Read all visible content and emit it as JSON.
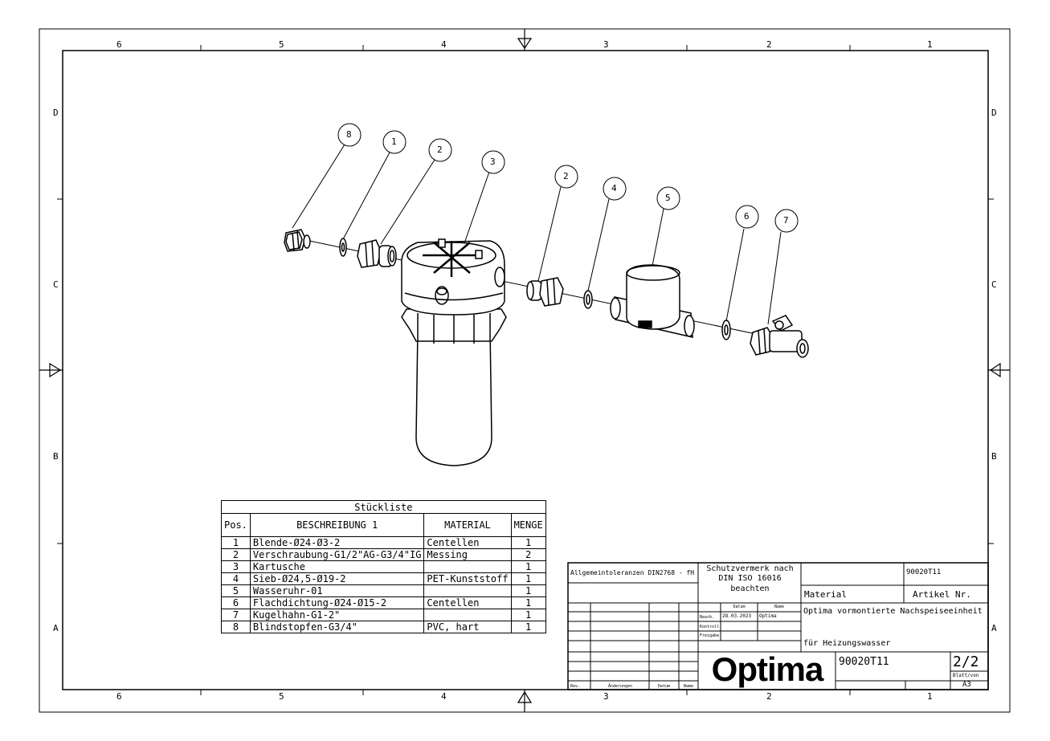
{
  "zones": {
    "columns": [
      "6",
      "5",
      "4",
      "3",
      "2",
      "1"
    ],
    "rows": [
      "D",
      "C",
      "B",
      "A"
    ]
  },
  "balloons": [
    "8",
    "1",
    "2",
    "3",
    "2",
    "4",
    "5",
    "6",
    "7"
  ],
  "bom": {
    "title": "Stückliste",
    "headers": [
      "Pos.",
      "BESCHREIBUNG 1",
      "MATERIAL",
      "MENGE"
    ],
    "rows": [
      {
        "pos": "1",
        "desc": "Blende-Ø24-Ø3-2",
        "material": "Centellen",
        "qty": "1"
      },
      {
        "pos": "2",
        "desc": "Verschraubung-G1/2\"AG-G3/4\"IG",
        "material": "Messing",
        "qty": "2"
      },
      {
        "pos": "3",
        "desc": "Kartusche",
        "material": "",
        "qty": "1"
      },
      {
        "pos": "4",
        "desc": "Sieb-Ø24,5-Ø19-2",
        "material": "PET-Kunststoff",
        "qty": "1"
      },
      {
        "pos": "5",
        "desc": "Wasseruhr-01",
        "material": "",
        "qty": "1"
      },
      {
        "pos": "6",
        "desc": "Flachdichtung-Ø24-Ø15-2",
        "material": "Centellen",
        "qty": "1"
      },
      {
        "pos": "7",
        "desc": "Kugelhahn-G1-2\"",
        "material": "",
        "qty": "1"
      },
      {
        "pos": "8",
        "desc": "Blindstopfen-G3/4\"",
        "material": "PVC, hart",
        "qty": "1"
      }
    ]
  },
  "titleblock": {
    "tolerances": "Allgemeintoleranzen DIN2768 - fH",
    "protection_line1": "Schutzvermerk nach",
    "protection_line2": "DIN ISO 16016",
    "protection_line3": "beachten",
    "material_label": "Material",
    "article_no_value": "90020T11",
    "article_no_label": "Artikel Nr.",
    "col_datum": "Datum",
    "col_name": "Name",
    "row_bearb": "Bearb.",
    "row_kontroll": "Kontroll",
    "row_freigabe": "Freigabe",
    "bearb_date": "28.03.2023",
    "bearb_name": "Optima",
    "description_line1": "Optima vormontierte Nachspeiseeinheit",
    "description_line2": "für Heizungswasser",
    "logo": "Optima",
    "drawing_no": "90020T11",
    "sheet": "2/2",
    "sheet_label": "Blatt/von",
    "format": "A3",
    "rev_label": "Rev.",
    "changes_label": "Änderungen",
    "rev_date_label": "Datum",
    "rev_name_label": "Name"
  },
  "colors": {
    "line": "#000000",
    "paper": "#ffffff"
  }
}
